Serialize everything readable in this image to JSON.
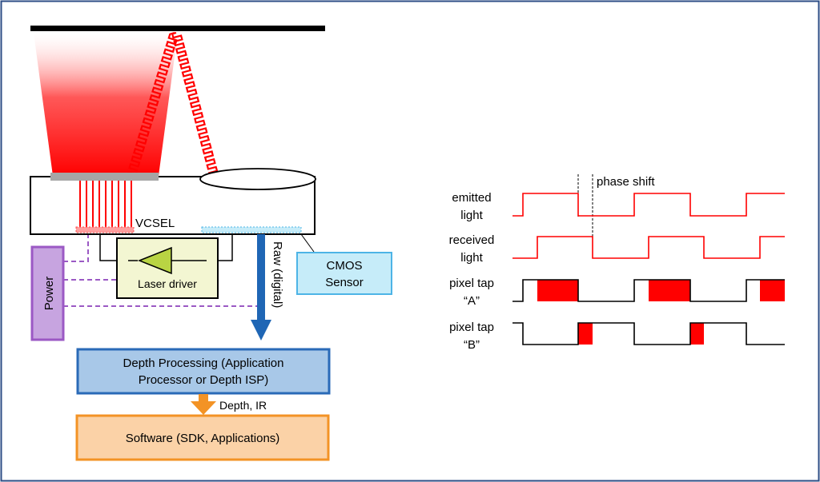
{
  "colors": {
    "frame": "#2e4e86",
    "laser_red": "#ff0000",
    "power_purple": "#9b59c4",
    "power_fill": "#c7a4e0",
    "driver_fill": "#f3f6d2",
    "triangle_fill": "#b9d443",
    "cmos_border": "#4db4e6",
    "cmos_fill": "#c6ecf9",
    "depth_border": "#2a6ab7",
    "depth_fill": "#a8c8e8",
    "arrow_blue": "#1f66b5",
    "arrow_orange": "#f39325",
    "software_border": "#f39325",
    "software_fill": "#fbd2a7"
  },
  "diagram": {
    "vcsel_label": "VCSEL",
    "laser_driver_label": "Laser driver",
    "power_label": "Power",
    "cmos_label_line1": "CMOS",
    "cmos_label_line2": "Sensor",
    "raw_label": "Raw (digital)",
    "depth_line1": "Depth Processing (Application",
    "depth_line2": "Processor or Depth ISP)",
    "depth_ir_label": "Depth, IR",
    "software_label": "Software (SDK, Applications)"
  },
  "timing": {
    "phase_shift_label": "phase shift",
    "rows": [
      {
        "line1": "emitted",
        "line2": "light"
      },
      {
        "line1": "received",
        "line2": "light"
      },
      {
        "line1": "pixel tap",
        "line2": "“A”"
      },
      {
        "line1": "pixel tap",
        "line2": "“B”"
      }
    ]
  }
}
